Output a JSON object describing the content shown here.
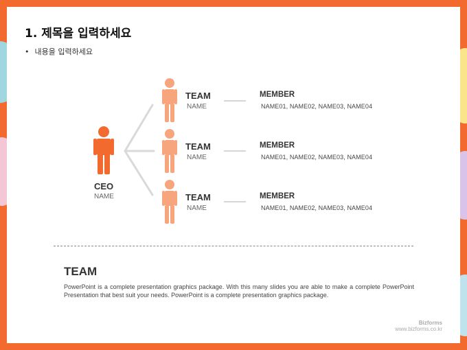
{
  "slide": {
    "title": "1. 제목을 입력하세요",
    "bullet": "내용을 입력하세요"
  },
  "ceo": {
    "title": "CEO",
    "name": "NAME",
    "color": "#f26a2e"
  },
  "teams": [
    {
      "title": "TEAM",
      "name": "NAME",
      "member_title": "MEMBER",
      "members": "NAME01,  NAME02,  NAME03,  NAME04"
    },
    {
      "title": "TEAM",
      "name": "NAME",
      "member_title": "MEMBER",
      "members": "NAME01,  NAME02,  NAME03,  NAME04"
    },
    {
      "title": "TEAM",
      "name": "NAME",
      "member_title": "MEMBER",
      "members": "NAME01,  NAME02,  NAME03,  NAME04"
    }
  ],
  "team_person_color": "#f7a57c",
  "section": {
    "heading": "TEAM",
    "description": "PowerPoint is a complete presentation graphics package. With this many slides you are able to make a complete PowerPoint Presentation that best suit your needs. PowerPoint is a complete presentation graphics package."
  },
  "brand": {
    "name": "Bizforms",
    "url": "www.bizforms.co.kr"
  },
  "icons": {
    "ceo": "person-icon",
    "team": "person-icon",
    "bullet": "bullet-dot"
  }
}
